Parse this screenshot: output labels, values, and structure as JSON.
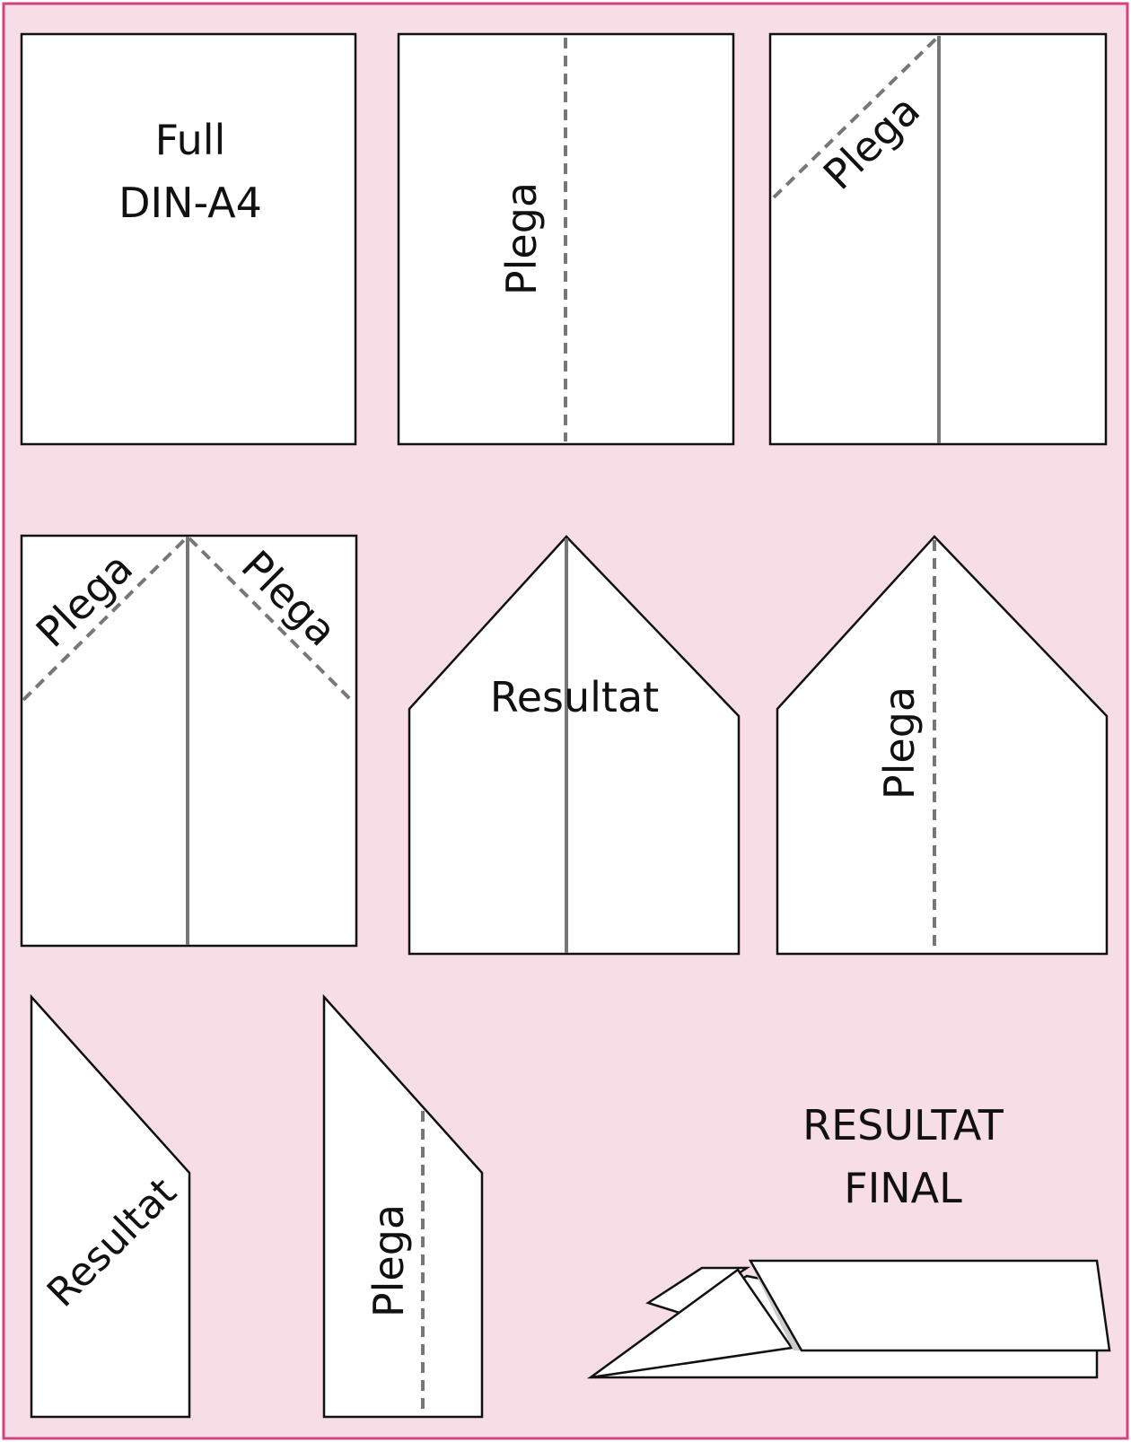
{
  "colors": {
    "background": "#f7dde6",
    "border": "#d2437f",
    "paper": "#ffffff",
    "outline": "#111111",
    "fold_line": "#777777",
    "shadow": "#cccccc"
  },
  "step1": {
    "line1": "Full",
    "line2": "DIN-A4"
  },
  "step2": {
    "label": "Plega"
  },
  "step3": {
    "label": "Plega"
  },
  "step4": {
    "label_left": "Plega",
    "label_right": "Plega"
  },
  "step5": {
    "label": "Resultat"
  },
  "step6": {
    "label": "Plega"
  },
  "step7": {
    "label": "Resultat"
  },
  "step8": {
    "label": "Plega"
  },
  "final": {
    "line1": "RESULTAT",
    "line2": "FINAL"
  }
}
